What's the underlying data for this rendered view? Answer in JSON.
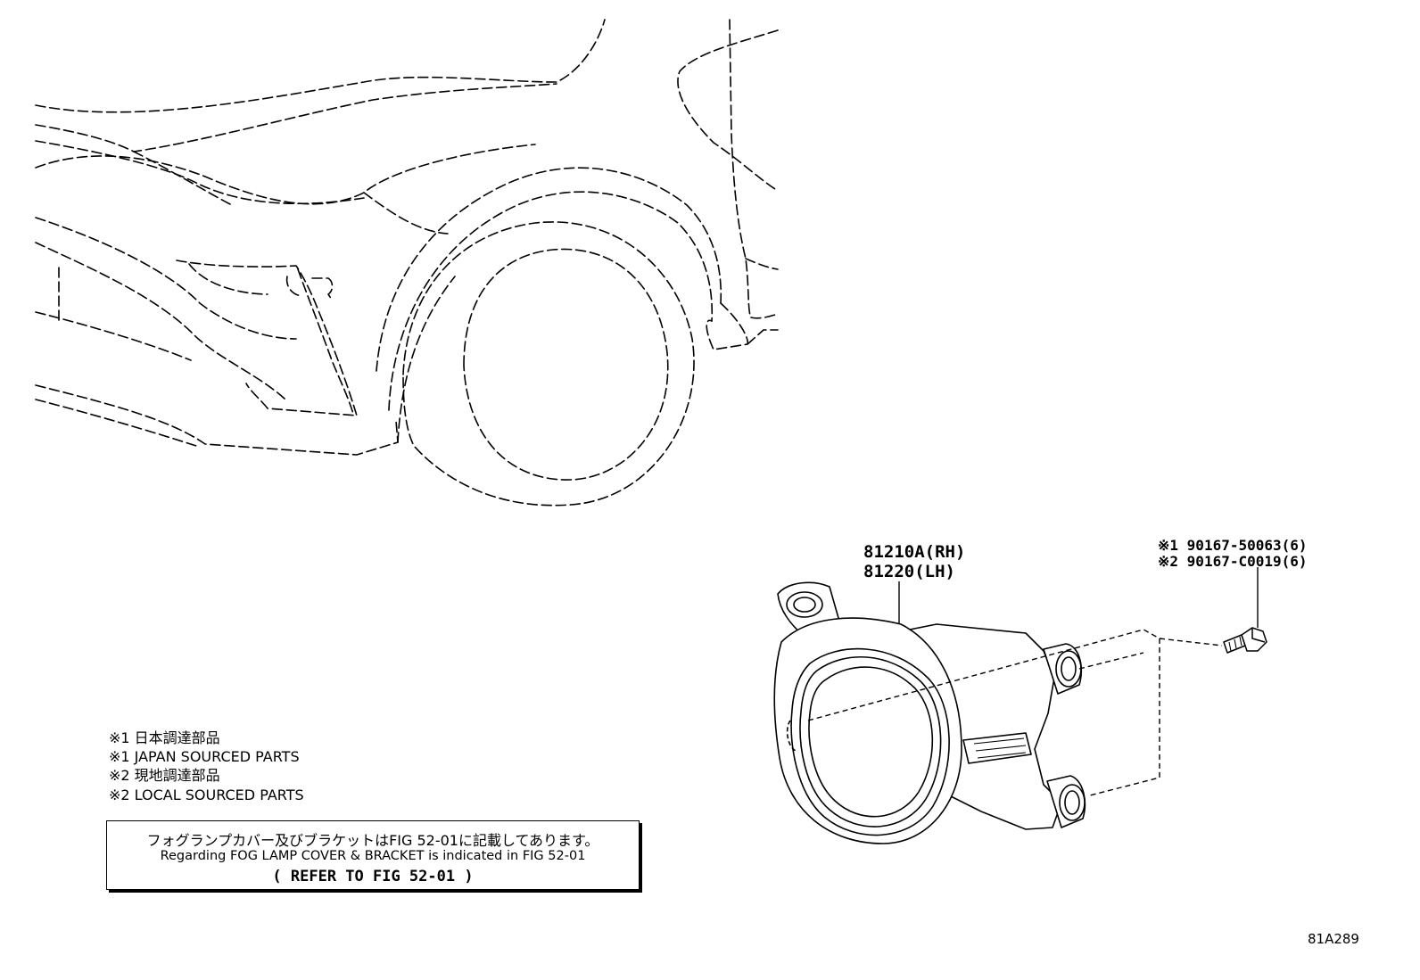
{
  "part_labels": {
    "fog_lamp_rh": "81210A(RH)",
    "fog_lamp_lh": "81220(LH)",
    "bolt_line1": "※1 90167-50063(6)",
    "bolt_line2": "※2 90167-C0019(6)"
  },
  "legend": {
    "line1": "※1 日本調達部品",
    "line2": "※1 JAPAN SOURCED PARTS",
    "line3": "※2 現地調達部品",
    "line4": "※2 LOCAL SOURCED PARTS"
  },
  "reference_box": {
    "jp": "フォグランプカバー及びブラケットはFIG 52-01に記載してあります。",
    "en": "Regarding FOG LAMP COVER & BRACKET is indicated in FIG 52-01",
    "fig": "(  REFER TO FIG 52-01  )"
  },
  "figure_code": "81A289"
}
